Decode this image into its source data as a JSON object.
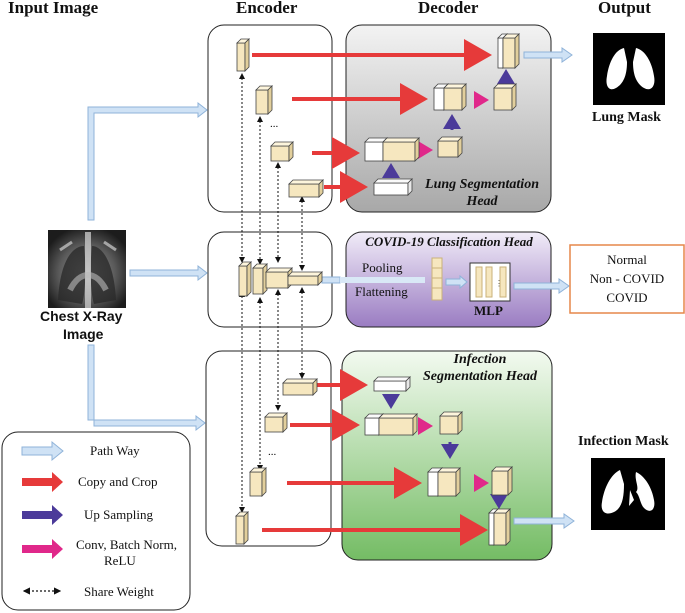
{
  "headers": {
    "input": "Input Image",
    "encoder": "Encoder",
    "decoder": "Decoder",
    "output": "Output"
  },
  "input": {
    "caption_line1": "Chest X-Ray",
    "caption_line2": "Image"
  },
  "heads": {
    "lung": "Lung Segmentation Head",
    "classification": "COVID-19 Classification Head",
    "infection_line1": "Infection",
    "infection_line2": "Segmentation Head"
  },
  "classification": {
    "pooling": "Pooling",
    "flattening": "Flattening",
    "mlp": "MLP",
    "classes": [
      "Normal",
      "Non - COVID",
      "COVID"
    ]
  },
  "outputs": {
    "lung_mask": "Lung Mask",
    "infection_mask": "Infection Mask"
  },
  "ellipsis": "...",
  "legend": [
    {
      "label_line1": "Path Way",
      "label_line2": "",
      "color": "#bcd6ee"
    },
    {
      "label_line1": "Copy and Crop",
      "label_line2": "",
      "color": "#e63a3a"
    },
    {
      "label_line1": "Up Sampling",
      "label_line2": "",
      "color": "#4b3a9a"
    },
    {
      "label_line1": "Conv, Batch Norm,",
      "label_line2": "ReLU",
      "color": "#e0288a"
    },
    {
      "label_line1": "Share Weight",
      "label_line2": "",
      "color": "#111111"
    }
  ],
  "colors": {
    "block": "#f6e7bf",
    "block_top": "#fdf5dc",
    "block_side": "#e2cf9c",
    "white_block": "#ffffff",
    "lung_panel_top": "#f2f2f2",
    "lung_panel_bottom": "#a9a9a9",
    "class_panel_top": "#f1ecf7",
    "class_panel_bottom": "#9d7fc4",
    "inf_panel_top": "#f1f8ee",
    "inf_panel_bottom": "#79bf6a",
    "output_box_border": "#e6874a"
  }
}
